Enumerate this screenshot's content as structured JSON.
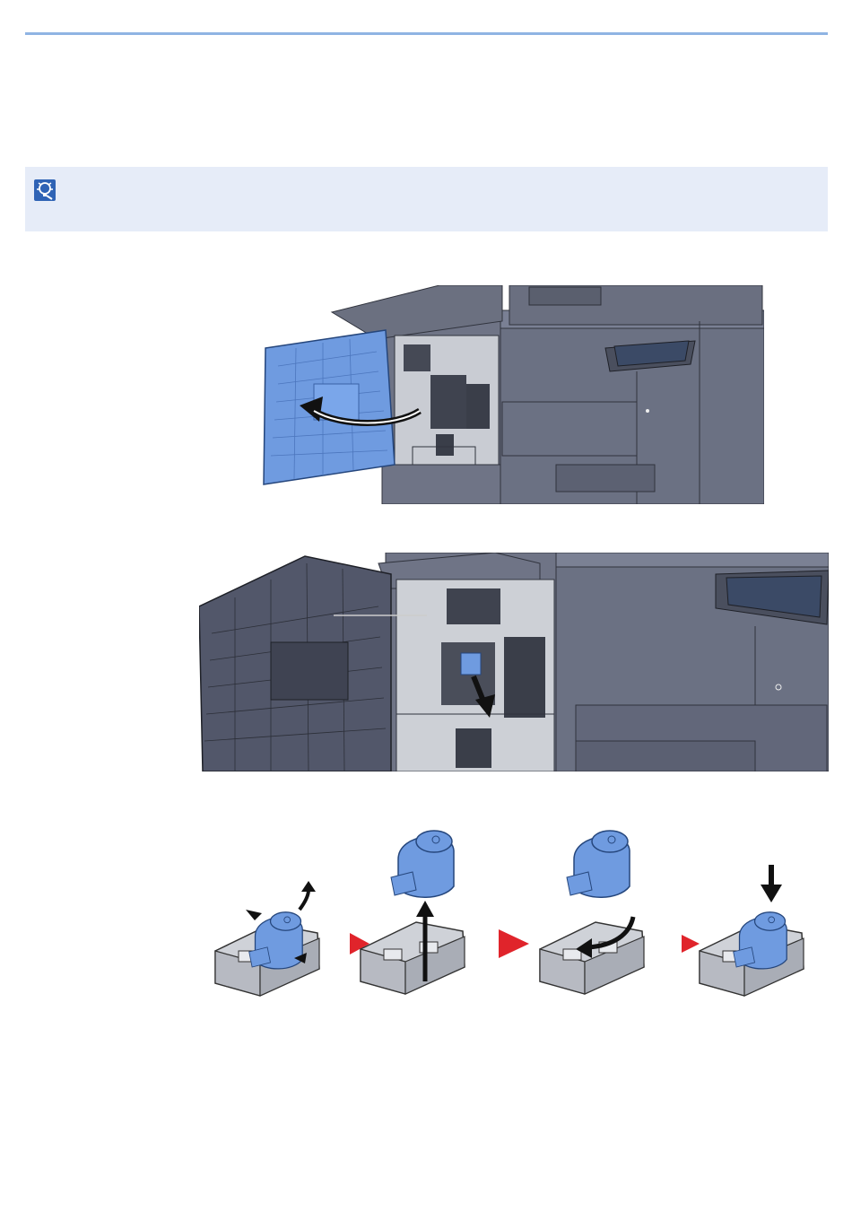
{
  "colors": {
    "rule": "#8fb4e3",
    "note_bg": "#e6ecf8",
    "machine_body": "#6b7183",
    "machine_dark": "#3d4150",
    "highlight_blue": "#6f9be0",
    "step_arrow": "#e0242b"
  },
  "note": {
    "icon": "note-icon"
  },
  "figures": [
    {
      "name": "open-front-cover",
      "icon": "curved-arrow-icon"
    },
    {
      "name": "remove-staple-cartridge-holder",
      "icon": "pull-arrow-icon"
    },
    {
      "name": "replace-staple-cartridge-steps",
      "icon": "step-arrow-icon"
    }
  ]
}
